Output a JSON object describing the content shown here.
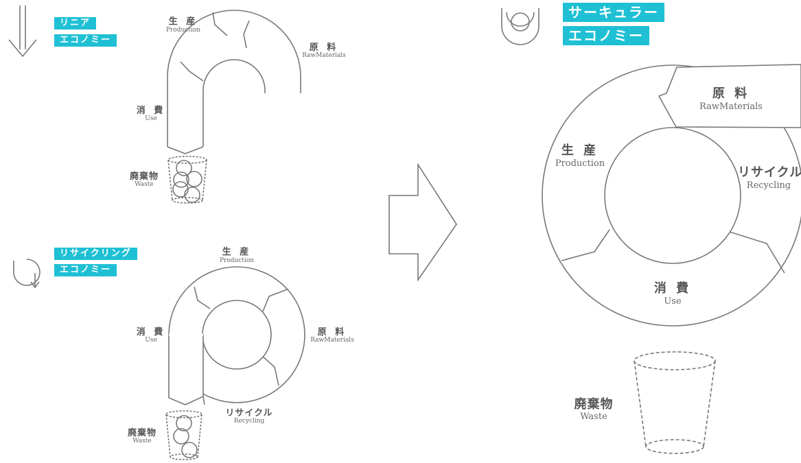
{
  "linear": {
    "badge_line1": "リニア",
    "badge_line2": "エコノミー",
    "production": {
      "jp": "生 産",
      "en": "Production"
    },
    "raw_materials": {
      "jp": "原 料",
      "en": "RawMaterials"
    },
    "use": {
      "jp": "消 費",
      "en": "Use"
    },
    "waste": {
      "jp": "廃棄物",
      "en": "Waste"
    }
  },
  "recycling": {
    "badge_line1": "リサイクリング",
    "badge_line2": "エコノミー",
    "production": {
      "jp": "生 産",
      "en": "Production"
    },
    "raw_materials": {
      "jp": "原 料",
      "en": "RawMaterials"
    },
    "use": {
      "jp": "消 費",
      "en": "Use"
    },
    "recycling": {
      "jp": "リサイクル",
      "en": "Recycling"
    },
    "waste": {
      "jp": "廃棄物",
      "en": "Waste"
    }
  },
  "circular": {
    "badge_line1": "サーキュラー",
    "badge_line2": "エコノミー",
    "production": {
      "jp": "生 産",
      "en": "Production"
    },
    "raw_materials": {
      "jp": "原 料",
      "en": "RawMaterials"
    },
    "recycling": {
      "jp": "リサイクル",
      "en": "Recycling"
    },
    "use": {
      "jp": "消 費",
      "en": "Use"
    },
    "waste": {
      "jp": "廃棄物",
      "en": "Waste"
    }
  },
  "colors": {
    "accent": "#1fc0d4",
    "line": "#777777"
  },
  "icons": [
    "double-down-arrow-icon",
    "recycle-loop-icon",
    "concentric-loop-icon",
    "big-right-arrow-icon",
    "waste-cup-icon"
  ]
}
